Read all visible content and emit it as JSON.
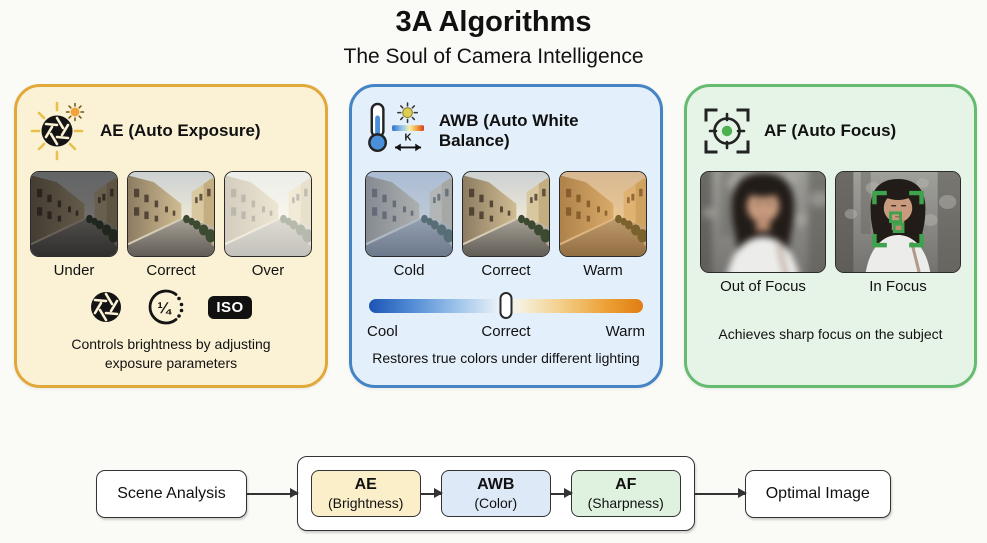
{
  "header": {
    "title": "3A Algorithms",
    "subtitle": "The Soul of Camera Intelligence"
  },
  "panels": {
    "ae": {
      "title": "AE (Auto Exposure)",
      "labels": [
        "Under",
        "Correct",
        "Over"
      ],
      "shutter_label": "¼",
      "iso_label": "ISO",
      "caption": "Controls brightness by adjusting exposure parameters"
    },
    "awb": {
      "title": "AWB (Auto White Balance)",
      "labels": [
        "Cold",
        "Correct",
        "Warm"
      ],
      "kelvin_label": "K",
      "slider_labels": [
        "Cool",
        "Correct",
        "Warm"
      ],
      "caption": "Restores true colors under different lighting"
    },
    "af": {
      "title": "AF (Auto Focus)",
      "labels": [
        "Out of Focus",
        "In Focus"
      ],
      "caption": "Achieves sharp focus on the subject"
    }
  },
  "flow": {
    "input": "Scene Analysis",
    "steps": [
      {
        "abbr": "AE",
        "sub": "(Brightness)"
      },
      {
        "abbr": "AWB",
        "sub": "(Color)"
      },
      {
        "abbr": "AF",
        "sub": "(Sharpness)"
      }
    ],
    "output": "Optimal Image"
  },
  "colors": {
    "ae_accent": "#E1A93C",
    "ae_bg": "#FBF2D5",
    "awb_accent": "#4484C5",
    "awb_bg": "#E3EFFA",
    "af_accent": "#65BC71",
    "af_bg": "#E6F4E7",
    "flow_ae_bg": "#FAEFC9",
    "flow_awb_bg": "#DEE9F7",
    "flow_af_bg": "#DFF2DF",
    "focus_green": "#3FA34D"
  }
}
